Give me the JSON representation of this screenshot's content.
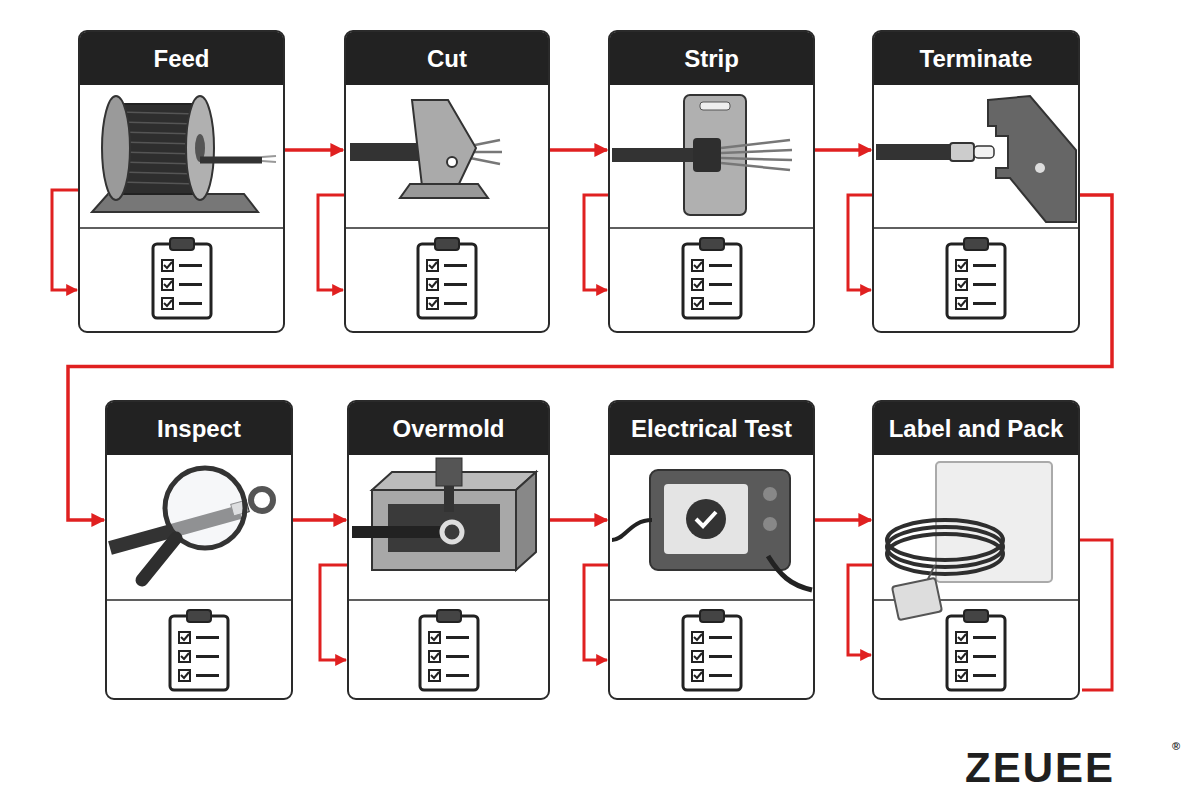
{
  "diagram": {
    "nodes": [
      {
        "text": [
          "Feed"
        ]
      },
      {
        "text": [
          "Cut"
        ]
      },
      {
        "text": [
          "Strip"
        ]
      },
      {
        "text": [
          "Terminate"
        ]
      },
      {
        "text": [
          "Inspect"
        ]
      },
      {
        "text": [
          "Overmold"
        ]
      },
      {
        "text": [
          "Electrical Test"
        ]
      },
      {
        "text": [
          "Label and Pack"
        ]
      }
    ],
    "edges": [
      {
        "from": 0,
        "to": 1,
        "arrow": "to"
      },
      {
        "from": 1,
        "to": 2,
        "arrow": "to"
      },
      {
        "from": 2,
        "to": 3,
        "arrow": "to"
      },
      {
        "from": 3,
        "to": 4,
        "arrow": "to"
      },
      {
        "from": 4,
        "to": 5,
        "arrow": "to"
      },
      {
        "from": 5,
        "to": 6,
        "arrow": "to"
      },
      {
        "from": 6,
        "to": 7,
        "arrow": "to"
      }
    ],
    "labels": [
      "ZEUEE",
      "®"
    ]
  }
}
